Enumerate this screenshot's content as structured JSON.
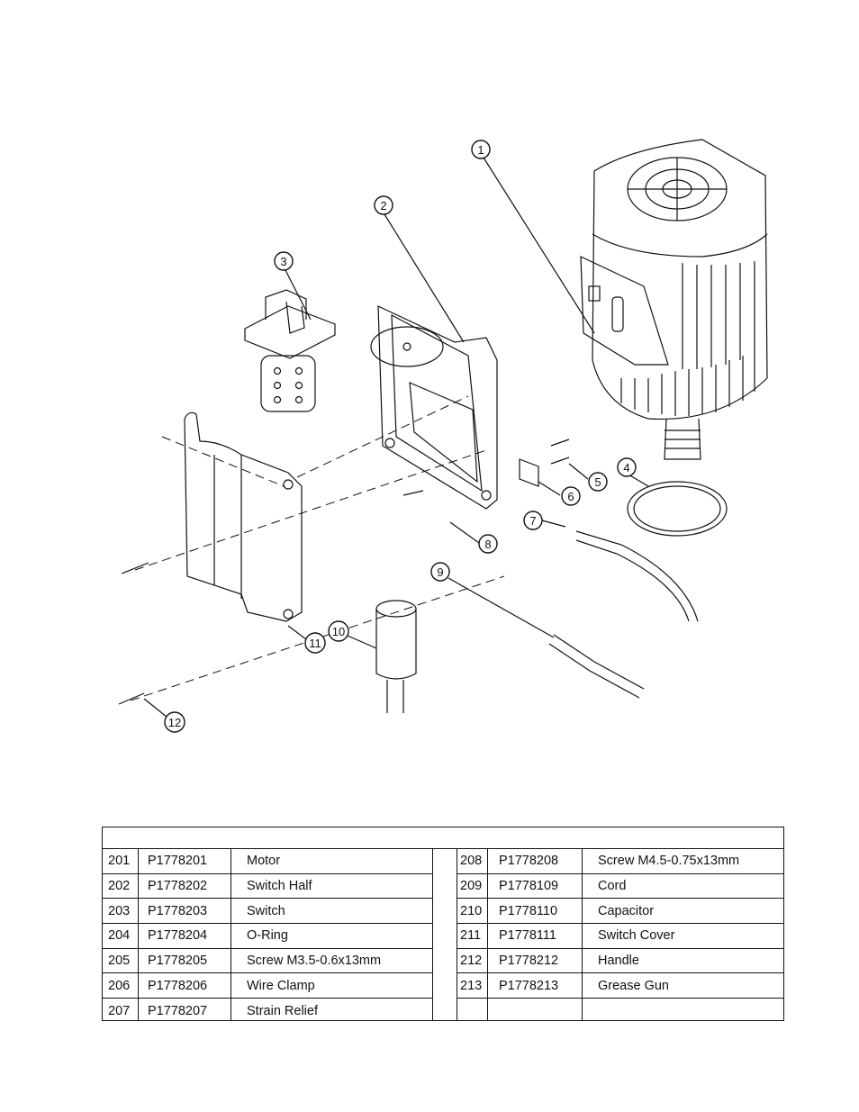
{
  "callouts": [
    {
      "num": "1"
    },
    {
      "num": "2"
    },
    {
      "num": "3"
    },
    {
      "num": "4"
    },
    {
      "num": "5"
    },
    {
      "num": "6"
    },
    {
      "num": "7"
    },
    {
      "num": "8"
    },
    {
      "num": "9"
    },
    {
      "num": "10"
    },
    {
      "num": "11"
    },
    {
      "num": "12"
    }
  ],
  "parts_table": {
    "left_rows": [
      {
        "ref": "201",
        "part": "P1778201",
        "desc": "Motor"
      },
      {
        "ref": "202",
        "part": "P1778202",
        "desc": "Switch Half"
      },
      {
        "ref": "203",
        "part": "P1778203",
        "desc": "Switch"
      },
      {
        "ref": "204",
        "part": "P1778204",
        "desc": "O-Ring"
      },
      {
        "ref": "205",
        "part": "P1778205",
        "desc": "Screw M3.5-0.6x13mm"
      },
      {
        "ref": "206",
        "part": "P1778206",
        "desc": "Wire Clamp"
      },
      {
        "ref": "207",
        "part": "P1778207",
        "desc": "Strain Relief"
      }
    ],
    "right_rows": [
      {
        "ref": "208",
        "part": "P1778208",
        "desc": "Screw M4.5-0.75x13mm"
      },
      {
        "ref": "209",
        "part": "P1778109",
        "desc": "Cord"
      },
      {
        "ref": "210",
        "part": "P1778110",
        "desc": "Capacitor"
      },
      {
        "ref": "211",
        "part": "P1778111",
        "desc": "Switch Cover"
      },
      {
        "ref": "212",
        "part": "P1778212",
        "desc": "Handle"
      },
      {
        "ref": "213",
        "part": "P1778213",
        "desc": "Grease Gun"
      },
      {
        "ref": "",
        "part": "",
        "desc": ""
      }
    ]
  }
}
